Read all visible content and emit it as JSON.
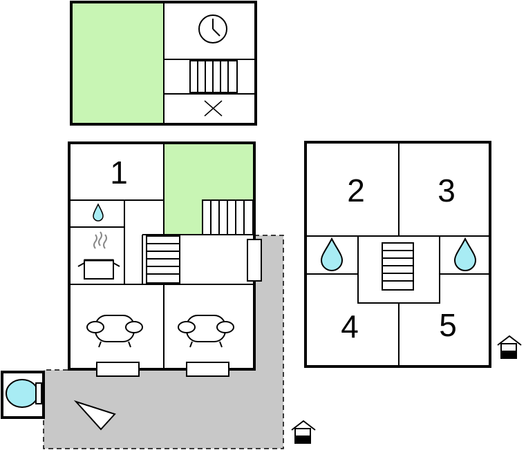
{
  "colors": {
    "garden": "#c8f5b4",
    "terrace": "#c8c8c8",
    "water": "#a8ecf4",
    "wall": "#000000",
    "floor": "#ffffff"
  },
  "rooms": {
    "room_1": "1",
    "room_2": "2",
    "room_3": "3",
    "room_4": "4",
    "room_5": "5"
  },
  "icons": {
    "clock": "clock-icon",
    "stairs": "stairs-icon",
    "cross": "cross-icon",
    "water_drop": "water-drop-icon",
    "cooking_pot": "cooking-pot-icon",
    "sofa": "sofa-icon",
    "toilet": "toilet-icon",
    "house": "house-icon",
    "window": "window-icon",
    "compass": "compass-arrow-icon"
  }
}
